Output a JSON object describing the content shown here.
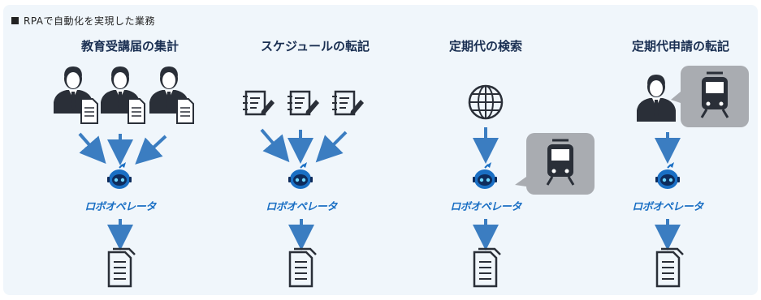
{
  "heading": "RPAで自動化を実現した業務",
  "columns": [
    {
      "title": "教育受講届の集計",
      "logo": "ロボオペレータ"
    },
    {
      "title": "スケジュールの転記",
      "logo": "ロボオペレータ"
    },
    {
      "title": "定期代の検索",
      "logo": "ロボオペレータ"
    },
    {
      "title": "定期代申請の転記",
      "logo": "ロボオペレータ"
    }
  ],
  "colors": {
    "panel": "#f0f6fb",
    "arrow": "#3b7dc1",
    "icon": "#2a2f38",
    "train_bg": "#a9acb1",
    "logo": "#1a6fc4",
    "title": "#1a2f52"
  }
}
